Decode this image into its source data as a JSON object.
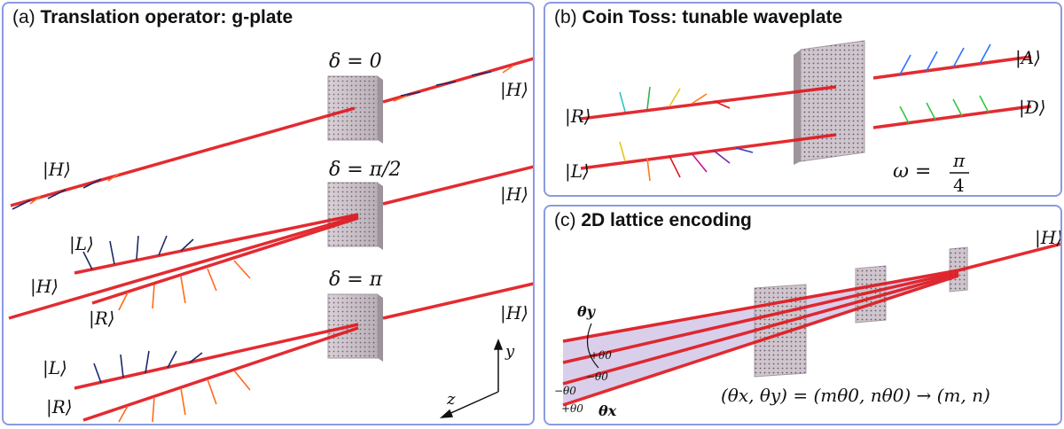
{
  "panel_a": {
    "label": "(a)",
    "title": "Translation operator: g-plate",
    "delta_top": "δ = 0",
    "delta_mid": "δ = π/2",
    "delta_bot": "δ = π",
    "ket_H": "|H⟩",
    "ket_L": "|L⟩",
    "ket_R": "|R⟩",
    "axis_y": "y",
    "axis_z": "z"
  },
  "panel_b": {
    "label": "(b)",
    "title": "Coin Toss: tunable waveplate",
    "ket_R": "|R⟩",
    "ket_L": "|L⟩",
    "ket_A": "|A⟩",
    "ket_D": "|D⟩",
    "omega": "ω =",
    "pi": "π",
    "four": "4"
  },
  "panel_c": {
    "label": "(c)",
    "title": "2D lattice encoding",
    "ket_H": "|H⟩",
    "theta_y": "θy",
    "theta_x": "θx",
    "plus_theta0": "+θ0",
    "minus_theta0": "−θ0",
    "formula": "(θx, θy) = (mθ0, nθ0) → (m, n)"
  },
  "colors": {
    "beam": "#e0151b",
    "panel_border": "#8b9be0",
    "arrow_navy": "#1a2a66",
    "arrow_orange": "#ff6a1a",
    "plate": "#cfc5cc",
    "cone": "#b9a8d8"
  }
}
